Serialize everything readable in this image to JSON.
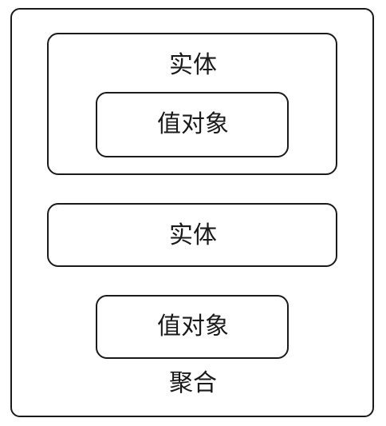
{
  "diagram": {
    "aggregate": {
      "label": "聚合"
    },
    "entity_1": {
      "label": "实体"
    },
    "value_object_1": {
      "label": "值对象"
    },
    "entity_2": {
      "label": "实体"
    },
    "value_object_2": {
      "label": "值对象"
    }
  }
}
